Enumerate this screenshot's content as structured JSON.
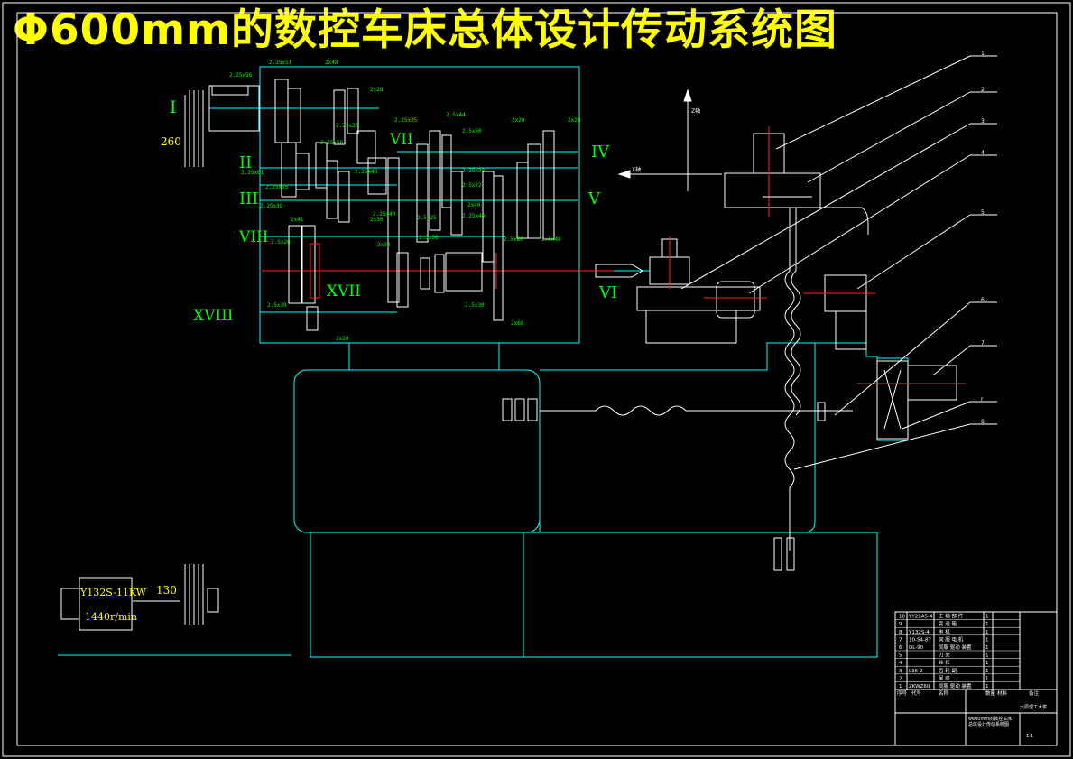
{
  "title": "Φ600mm的数控车床总体设计传动系统图",
  "colors": {
    "background": "#000000",
    "frame": "#ffffff",
    "title": "#ffff00",
    "outline": "#00ffff",
    "gear_labels": "#00ff00",
    "centerline": "#ff2020"
  },
  "shaft_labels": [
    "I",
    "II",
    "III",
    "VIII",
    "VII",
    "IV",
    "V",
    "VI",
    "XVII",
    "XVIII"
  ],
  "gear_labels": [
    "2.25x56",
    "2.25x51",
    "2x48",
    "2x28",
    "2.25x35",
    "2.25x36",
    "2.25x40",
    "2.25x61",
    "2.25x56",
    "2.25x55",
    "2.25x39",
    "2x30",
    "2x41",
    "2.5x44",
    "2.5x50",
    "2.25x38",
    "2.5x72",
    "2.25x44",
    "2.5x80",
    "2x20",
    "2x28",
    "2x40",
    "2.5x25",
    "2.25x40",
    "2x30",
    "2.5x58",
    "2.5x28",
    "2.5x39",
    "2.5x30",
    "2.5x48",
    "2x20",
    "2x60"
  ],
  "dims": {
    "pulley_top": "260",
    "pulley_bottom": "130"
  },
  "motor": {
    "model": "Y132S-11KW",
    "speed": "1440r/min"
  },
  "axis_labels": {
    "z": "Z轴",
    "x": "X轴"
  },
  "balloons": [
    "1",
    "2",
    "3",
    "4",
    "5",
    "6",
    "7",
    "r",
    "8"
  ],
  "title_block": {
    "rows": [
      {
        "no": "10",
        "code": "YY21A5-4",
        "name": "主 轴 部 件",
        "qty": "1"
      },
      {
        "no": "9",
        "code": "",
        "name": "变 速 箱",
        "qty": "1"
      },
      {
        "no": "8",
        "code": "Y132S-4",
        "name": "电 机",
        "qty": "1"
      },
      {
        "no": "7",
        "code": "10-54-87",
        "name": "伺 服 电 机",
        "qty": "1"
      },
      {
        "no": "6",
        "code": "DL-90",
        "name": "伺服 驱动 装置",
        "qty": "1"
      },
      {
        "no": "5",
        "code": "",
        "name": "刀 架",
        "qty": "1"
      },
      {
        "no": "4",
        "code": "",
        "name": "丝 杠",
        "qty": "1"
      },
      {
        "no": "3",
        "code": "L36-2",
        "name": "齿 轮 副",
        "qty": "1"
      },
      {
        "no": "2",
        "code": "",
        "name": "尾 座",
        "qty": "1"
      },
      {
        "no": "1",
        "code": "ZKWZ60",
        "name": "伺服 驱动 装置",
        "qty": "1"
      }
    ],
    "header": [
      "序号",
      "代号",
      "名称",
      "数量",
      "材料",
      "备注"
    ],
    "school": "太原理工大学",
    "drawing_name": "Φ600mm的数控车床总体设计传动系统图",
    "scale": "1:1"
  }
}
